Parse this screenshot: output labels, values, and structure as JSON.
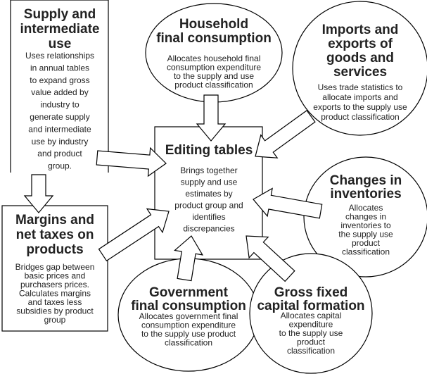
{
  "nodes": {
    "supply": {
      "title": [
        "Supply and",
        "intermediate",
        "use"
      ],
      "body": [
        "Uses relationships",
        "in annual tables",
        "to expand gross",
        "value added by",
        "industry to",
        "generate supply",
        "and intermediate",
        "use by industry",
        "and product",
        "group."
      ]
    },
    "household": {
      "title": [
        "Household",
        "final consumption"
      ],
      "body": [
        "Allocates household final",
        "consumption expenditure",
        "to the supply and use",
        "product classification"
      ]
    },
    "imports": {
      "title": [
        "Imports and",
        "exports of",
        "goods and",
        "services"
      ],
      "body": [
        "Uses trade statistics to",
        "allocate imports and",
        "exports to the supply use",
        "product classification"
      ]
    },
    "editing": {
      "title": [
        "Editing tables"
      ],
      "body": [
        "Brings together",
        "supply and use",
        "estimates by",
        "product group and",
        "identifies",
        "discrepancies"
      ]
    },
    "changes": {
      "title": [
        "Changes in",
        "inventories"
      ],
      "body": [
        "Allocates",
        "changes in",
        "inventories to",
        "the supply use",
        "product",
        "classification"
      ]
    },
    "margins": {
      "title": [
        "Margins and",
        "net taxes on",
        "products"
      ],
      "body": [
        "Bridges gap between",
        "basic prices and",
        "purchasers prices.",
        "Calculates margins",
        "and taxes less",
        "subsidies by product",
        "group"
      ]
    },
    "government": {
      "title": [
        "Government",
        "final consumption"
      ],
      "body": [
        "Allocates government final",
        "consumption expenditure",
        "to the supply use product",
        "classification"
      ]
    },
    "gfcf": {
      "title": [
        "Gross fixed",
        "capital formation"
      ],
      "body": [
        "Allocates capital",
        "expenditure",
        "to the supply use",
        "product",
        "classification"
      ]
    }
  }
}
